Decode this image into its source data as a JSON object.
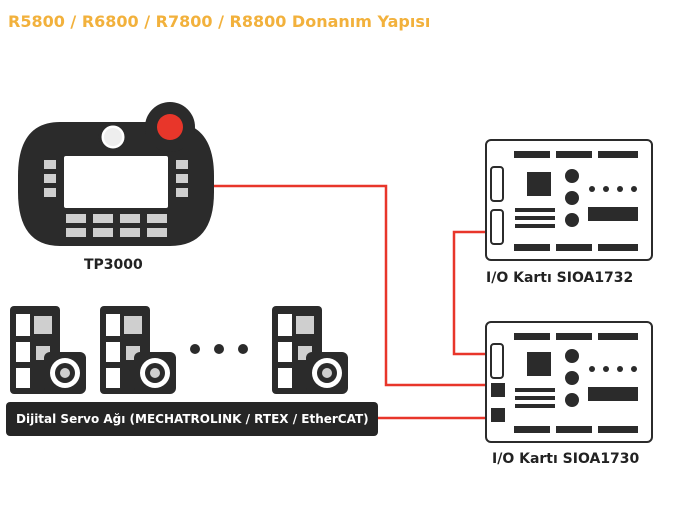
{
  "title": "R5800 / R6800 / R7800 / R8800 Donanım Yapısı",
  "pendant": {
    "label": "TP3000"
  },
  "io_top": {
    "label": "I/O Kartı SIOA1732"
  },
  "io_bottom": {
    "label": "I/O Kartı SIOA1730"
  },
  "servo_network": {
    "label": "Dijital Servo Ağı (MECHATROLINK / RTEX / EtherCAT)"
  },
  "colors": {
    "title": "#f2b13c",
    "link": "#e8362a",
    "device": "#2b2b2b",
    "accent": "#e8362a"
  }
}
